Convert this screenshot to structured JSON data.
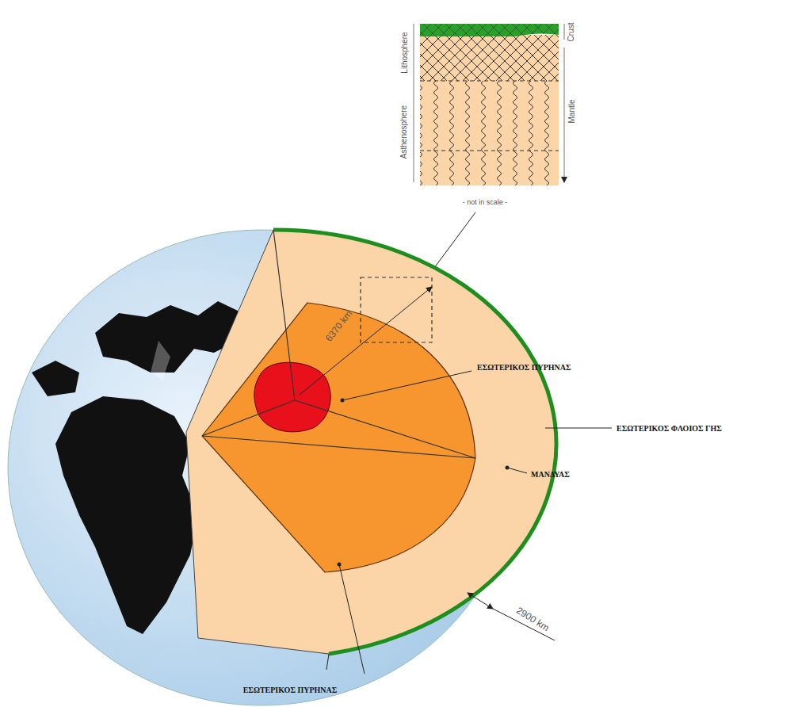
{
  "diagram": {
    "labels": [
      "Lithosphere",
      "Asthenosphere",
      "Crust",
      "Mantle",
      "- not in scale -",
      "6370 km",
      "2900 km",
      "ΕΣΩΤΕΡΙΚΟΣ ΠΥΡΗΝΑΣ",
      "ΕΣΩΤΕΡΙΚΟΣ ΦΛΟΙΟΣ ΓΗΣ",
      "ΜΑΝΔΥΑΣ",
      "ΕΣΩΤΕΡΙΚΟΣ ΠΥΡΗΝΑΣ"
    ]
  }
}
